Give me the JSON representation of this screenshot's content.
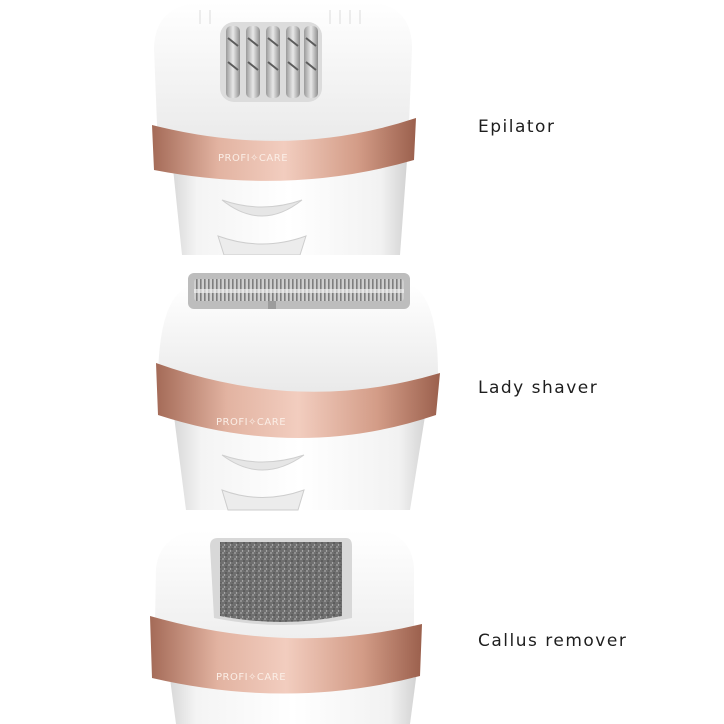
{
  "brand": "PROFI CARE",
  "colors": {
    "background": "#ffffff",
    "body_white": "#f2f2f2",
    "rose_gold_light": "#edc2b2",
    "rose_gold": "#c98e79",
    "rose_gold_dark": "#9e6553",
    "label_text": "#1e1e1e"
  },
  "attachments": [
    {
      "label": "Epilator",
      "head_type": "tweezer-disc-head"
    },
    {
      "label": "Lady shaver",
      "head_type": "foil-shaver-head"
    },
    {
      "label": "Callus remover",
      "head_type": "abrasive-roller-head"
    }
  ]
}
